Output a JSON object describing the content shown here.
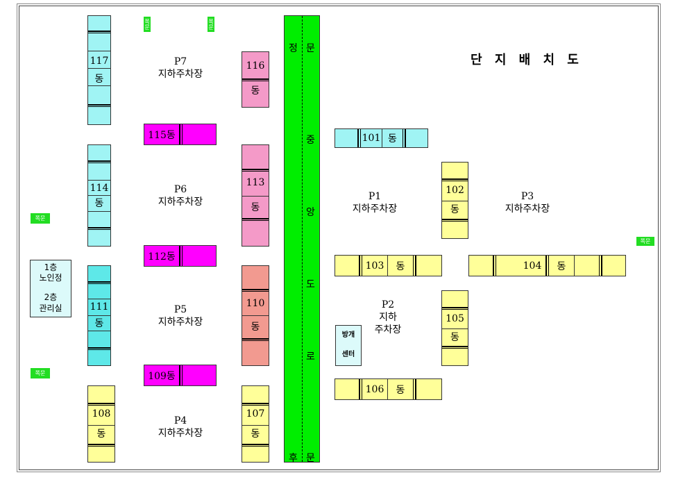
{
  "title": "단 지 배 치 도",
  "colors": {
    "cyan": "#a0f4f4",
    "cyan_dark": "#5ee8e8",
    "magenta": "#ff00ff",
    "pink": "#f49ac8",
    "salmon": "#f29a90",
    "yellow": "#ffff99",
    "road": "#00ee00",
    "gate": "#22dd22"
  },
  "buildings": {
    "b117": {
      "num": "117",
      "dong": "동"
    },
    "b116": {
      "num": "116",
      "dong": "동"
    },
    "b115": {
      "label": "115동"
    },
    "b114": {
      "num": "114",
      "dong": "동"
    },
    "b113": {
      "num": "113",
      "dong": "동"
    },
    "b112": {
      "label": "112동"
    },
    "b111": {
      "num": "111",
      "dong": "동"
    },
    "b110": {
      "num": "110",
      "dong": "동"
    },
    "b109": {
      "label": "109동"
    },
    "b108": {
      "num": "108",
      "dong": "동"
    },
    "b107": {
      "num": "107",
      "dong": "동"
    },
    "b101": {
      "num": "101",
      "dong": "동"
    },
    "b102": {
      "num": "102",
      "dong": "동"
    },
    "b103": {
      "num": "103",
      "dong": "동"
    },
    "b104": {
      "num": "104",
      "dong": "동"
    },
    "b105": {
      "num": "105",
      "dong": "동"
    },
    "b106": {
      "num": "106",
      "dong": "동"
    }
  },
  "parking": {
    "p7": {
      "code": "P7",
      "name": "지하주차장"
    },
    "p6": {
      "code": "P6",
      "name": "지하주차장"
    },
    "p5": {
      "code": "P5",
      "name": "지하주차장"
    },
    "p4": {
      "code": "P4",
      "name": "지하주차장"
    },
    "p1": {
      "code": "P1",
      "name": "지하주차장"
    },
    "p3": {
      "code": "P3",
      "name": "지하주차장"
    },
    "p2": {
      "code": "P2",
      "name1": "지하",
      "name2": "주차장"
    }
  },
  "facilities": {
    "management": {
      "line1": "1층",
      "line2": "노인정",
      "line3": "2층",
      "line4": "관리실"
    },
    "center": {
      "line1": "방개",
      "line2": "센터"
    }
  },
  "road": {
    "top_left": "정",
    "top_right": "문",
    "mid_chars": [
      "중",
      "앙",
      "도",
      "로"
    ],
    "bottom_left": "후",
    "bottom_right": "문"
  },
  "gates": {
    "top_a": "쪽문",
    "top_b": "쪽문",
    "left_a": "쪽문",
    "left_b": "쪽문",
    "right": "쪽문"
  }
}
